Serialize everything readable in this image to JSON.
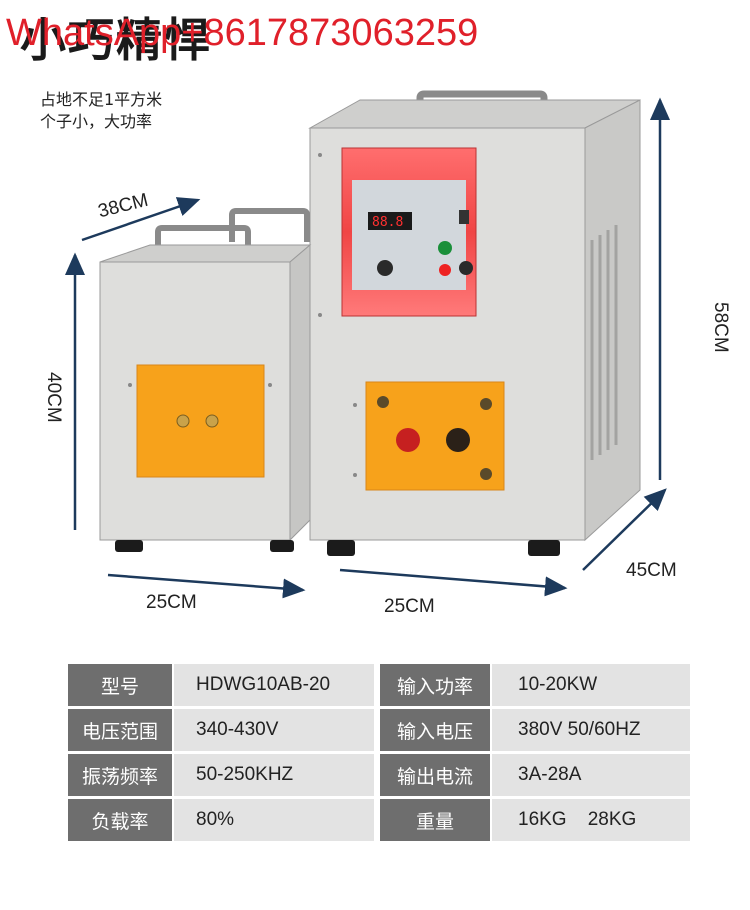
{
  "header": {
    "title": "小巧精悍",
    "watermark": "WhatsApp+8617873063259",
    "subtitle_1": "占地不足1平方米",
    "subtitle_2": "个子小，大功率"
  },
  "dimensions": {
    "small_depth": "38CM",
    "small_height": "40CM",
    "small_width": "25CM",
    "large_width": "25CM",
    "large_depth": "45CM",
    "large_height": "58CM"
  },
  "panel": {
    "display_text": "88.8"
  },
  "specs": [
    {
      "k1": "型号",
      "v1": "HDWG10AB-20",
      "k2": "输入功率",
      "v2": "10-20KW"
    },
    {
      "k1": "电压范围",
      "v1": "340-430V",
      "k2": "输入电压",
      "v2": "380V 50/60HZ"
    },
    {
      "k1": "振荡频率",
      "v1": "50-250KHZ",
      "k2": "输出电流",
      "v2": "3A-28A"
    },
    {
      "k1": "负载率",
      "v1": "80%",
      "k2": "重量",
      "v2": "16KG    28KG"
    }
  ],
  "colors": {
    "cabinet": "#dcdcda",
    "panel_orange": "#f7a21b",
    "control_red": "#e8393a",
    "arrow_navy": "#1d3a5c"
  }
}
